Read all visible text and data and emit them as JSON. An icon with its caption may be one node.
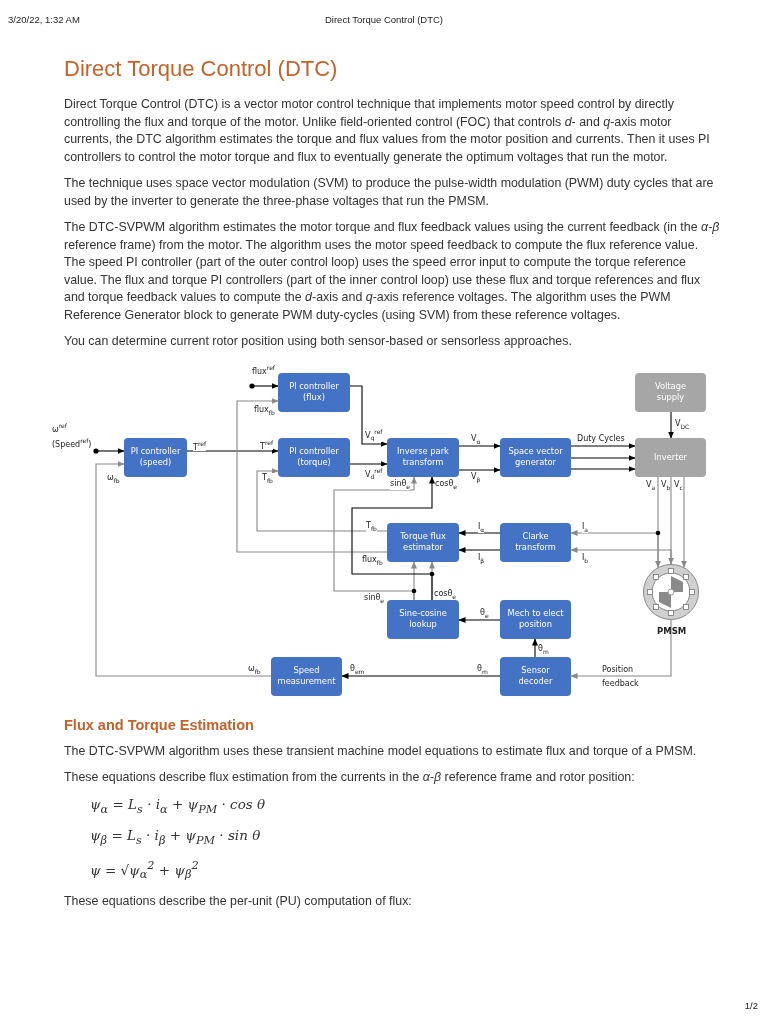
{
  "diagram": {
    "title": "Direct Torque Control (DTC)",
    "nodes": [
      {
        "text": [
          "PI controller (flux)"
        ]
      },
      {
        "text": [
          "PI controller (speed)"
        ]
      },
      {
        "text": [
          "PI controller (torque)"
        ]
      },
      {
        "text": [
          "Inverse park transform"
        ]
      },
      {
        "text": [
          "Space vector generator"
        ]
      },
      {
        "text": [
          "Voltage supply"
        ]
      },
      {
        "text": [
          "Inverter"
        ]
      },
      {
        "text": [
          "Torque flux estimator"
        ]
      },
      {
        "text": [
          "Clarke transform"
        ]
      },
      {
        "text": [
          "Sine-cosine lookup"
        ]
      },
      {
        "text": [
          "Mech to elect position"
        ]
      },
      {
        "text": [
          "PMSM"
        ]
      },
      {
        "text": [
          "Sensor decoder"
        ]
      },
      {
        "text": [
          "Speed measurement"
        ]
      }
    ],
    "edges": [
      {
        "from": null,
        "to": 0,
        "arrow": "to",
        "label": "flux$^{ref}$"
      },
      {
        "from": null,
        "to": 1,
        "arrow": "to",
        "label": "ω$^{ref}$ (Speed$^{ref}$)"
      },
      {
        "from": 1,
        "to": 2,
        "arrow": "to",
        "label": "T$^{ref}$"
      },
      {
        "from": 0,
        "to": 3,
        "arrow": "to",
        "label": "V$_{q}$$^{ref}$"
      },
      {
        "from": 2,
        "to": 3,
        "arrow": "to",
        "label": "V$_{d}$$^{ref}$"
      },
      {
        "from": 3,
        "to": 4,
        "arrow": "to",
        "label": "V$_{α}$"
      },
      {
        "from": 3,
        "to": 4,
        "arrow": "to",
        "label": "V$_{β}$"
      },
      {
        "from": 4,
        "to": 6,
        "arrow": "to",
        "label": "Duty Cycles"
      },
      {
        "from": 4,
        "to": 6,
        "arrow": "to"
      },
      {
        "from": 4,
        "to": 6,
        "arrow": "to"
      },
      {
        "from": 5,
        "to": 6,
        "arrow": "to",
        "label": "V$_{DC}$"
      },
      {
        "from": 6,
        "to": 11,
        "arrow": "to",
        "label": "V$_{a}$",
        "color": "#888888"
      },
      {
        "from": 6,
        "to": 11,
        "arrow": "to",
        "label": "V$_{b}$",
        "color": "#888888"
      },
      {
        "from": 6,
        "to": 11,
        "arrow": "to",
        "label": "V$_{c}$",
        "color": "#888888"
      },
      {
        "from": 11,
        "to": 8,
        "arrow": "to",
        "label": "I$_{a}$",
        "color": "#888888"
      },
      {
        "from": 11,
        "to": 8,
        "arrow": "to",
        "label": "I$_{b}$",
        "color": "#888888"
      },
      {
        "from": 8,
        "to": 7,
        "arrow": "to",
        "label": "I$_{α}$"
      },
      {
        "from": 8,
        "to": 7,
        "arrow": "to",
        "label": "I$_{β}$"
      },
      {
        "from": 7,
        "to": 2,
        "arrow": "to",
        "label": "T$_{fb}$",
        "color": "#888888"
      },
      {
        "from": 7,
        "to": 0,
        "arrow": "to",
        "label": "flux$_{fb}$",
        "color": "#888888"
      },
      {
        "from": 9,
        "to": 7,
        "arrow": "to",
        "color": "#888888"
      },
      {
        "from": 9,
        "to": 7,
        "arrow": "to",
        "color": "#888888"
      },
      {
        "from": 9,
        "to": 3,
        "arrow": "to",
        "label": "sinθ$_{e}$",
        "color": "#888888"
      },
      {
        "from": 9,
        "to": 3,
        "arrow": "to",
        "label": "cosθ$_{e}$"
      },
      {
        "from": 10,
        "to": 9,
        "arrow": "to",
        "label": "θ$_{e}$"
      },
      {
        "from": 12,
        "to": 10,
        "arrow": "to",
        "label": "θ$_{m}$"
      },
      {
        "from": 12,
        "to": 13,
        "arrow": "to",
        "label": "θ$_{m}$"
      },
      {
        "from": 11,
        "to": 12,
        "arrow": "to",
        "label": "Position feedback",
        "color": "#888888"
      },
      {
        "from": 13,
        "to": 1,
        "arrow": "to",
        "label": "ω$_{fb}$",
        "color": "#888888"
      }
    ],
    "labels": [
      "3/20/22, 1:32 AM",
      "Direct Torque Control (DTC)",
      "Direct Torque Control (DTC) is a vector motor control technique that implements motor speed control by directly controlling the flux and torque of the motor. Unlike field-oriented control (FOC) that controls *d*- and *q*-axis motor currents, the DTC algorithm estimates the torque and flux values from the motor position and currents. Then it uses PI controllers to control the motor torque and flux to eventually generate the optimum voltages that run the motor.",
      "The technique uses space vector modulation (SVM) to produce the pulse-width modulation (PWM) duty cycles that are used by the inverter to generate the three-phase voltages that run the PMSM.",
      "The DTC-SVPWM algorithm estimates the motor torque and flux feedback values using the current feedback (in the *α*-*β* reference frame) from the motor. The algorithm uses the motor speed feedback to compute the flux reference value. The speed PI controller (part of the outer control loop) uses the speed error input to compute the torque reference value. The flux and torque PI controllers (part of the inner control loop) use these flux and torque references and flux and torque feedback values to compute the *d*-axis and *q*-axis reference voltages. The algorithm uses the PWM Reference Generator block to generate PWM duty-cycles (using SVM) from these reference voltages.",
      "You can determine current rotor position using both sensor-based or sensorless approaches.",
      "T$^{ref}$",
      "flux$_{fb}$",
      "T$_{fb}$",
      "sinθ$_{e}$",
      "cosθ$_{e}$",
      "θ$_{em}$",
      "ω$_{fb}$",
      "Flux and Torque Estimation",
      "The DTC-SVPWM algorithm uses these transient machine model equations to estimate flux and torque of a PMSM.",
      "These equations describe flux estimation from the currents in the *α*-*β* reference frame and rotor position:",
      "ψ$_{α}$ = L$_{s}$ · i$_{α}$ + ψ$_{PM}$ · cos θ",
      "ψ$_{β}$ = L$_{s}$ · i$_{β}$ + ψ$_{PM}$ · sin θ",
      "ψ = √ψ$_{α}$$^{2}$ + ψ$_{β}$$^{2}$",
      "These equations describe the per-unit (PU) computation of flux:",
      "1/2"
    ]
  }
}
